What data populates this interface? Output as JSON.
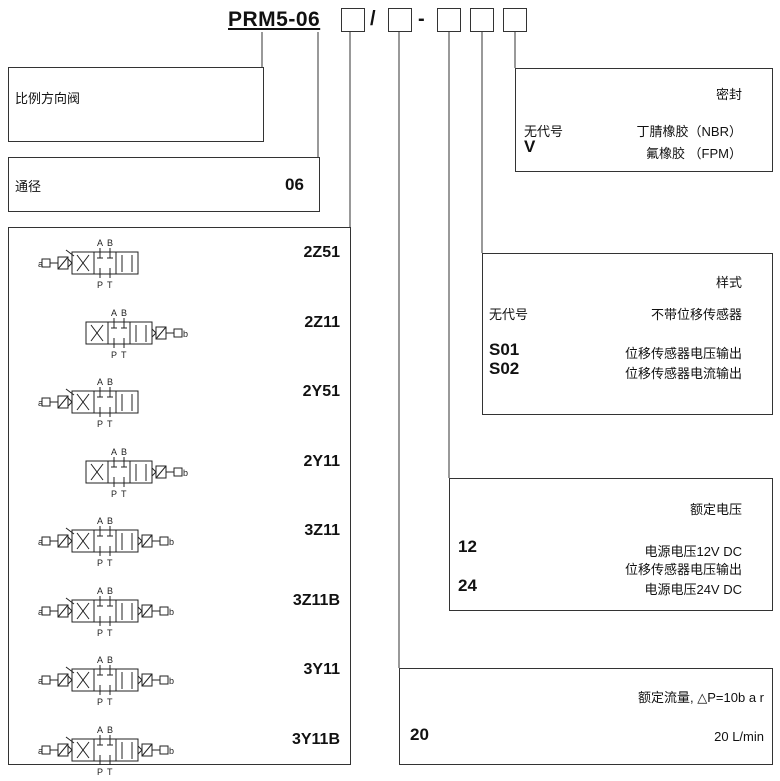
{
  "model": {
    "prefix": "PRM5-06",
    "slash": "/",
    "dash": "-"
  },
  "valve_type": {
    "label": "比例方向阀"
  },
  "bore": {
    "label": "通径",
    "value": "06"
  },
  "spools": [
    {
      "code": "2Z51"
    },
    {
      "code": "2Z11"
    },
    {
      "code": "2Y51"
    },
    {
      "code": "2Y11"
    },
    {
      "code": "3Z11"
    },
    {
      "code": "3Z11B"
    },
    {
      "code": "3Y11"
    },
    {
      "code": "3Y11B"
    }
  ],
  "port_labels": {
    "a": "A",
    "b": "B",
    "p": "P",
    "t": "T",
    "sa": "a",
    "sb": "b"
  },
  "seal": {
    "title": "密封",
    "options": [
      {
        "code": "无代号",
        "desc": "丁腈橡胶（NBR）"
      },
      {
        "code": "V",
        "desc": "氟橡胶 （FPM）"
      }
    ]
  },
  "style": {
    "title": "样式",
    "options": [
      {
        "code": "无代号",
        "desc": "不带位移传感器"
      },
      {
        "code": "S01",
        "desc": "位移传感器电压输出"
      },
      {
        "code": "S02",
        "desc": "位移传感器电流输出"
      }
    ]
  },
  "voltage": {
    "title": "额定电压",
    "options": [
      {
        "code": "12",
        "desc": "电源电压12V DC",
        "desc2": "位移传感器电压输出"
      },
      {
        "code": "24",
        "desc": "电源电压24V DC"
      }
    ]
  },
  "flow": {
    "title": "额定流量, △P=10b a r",
    "options": [
      {
        "code": "20",
        "desc": "20 L/min"
      }
    ]
  }
}
